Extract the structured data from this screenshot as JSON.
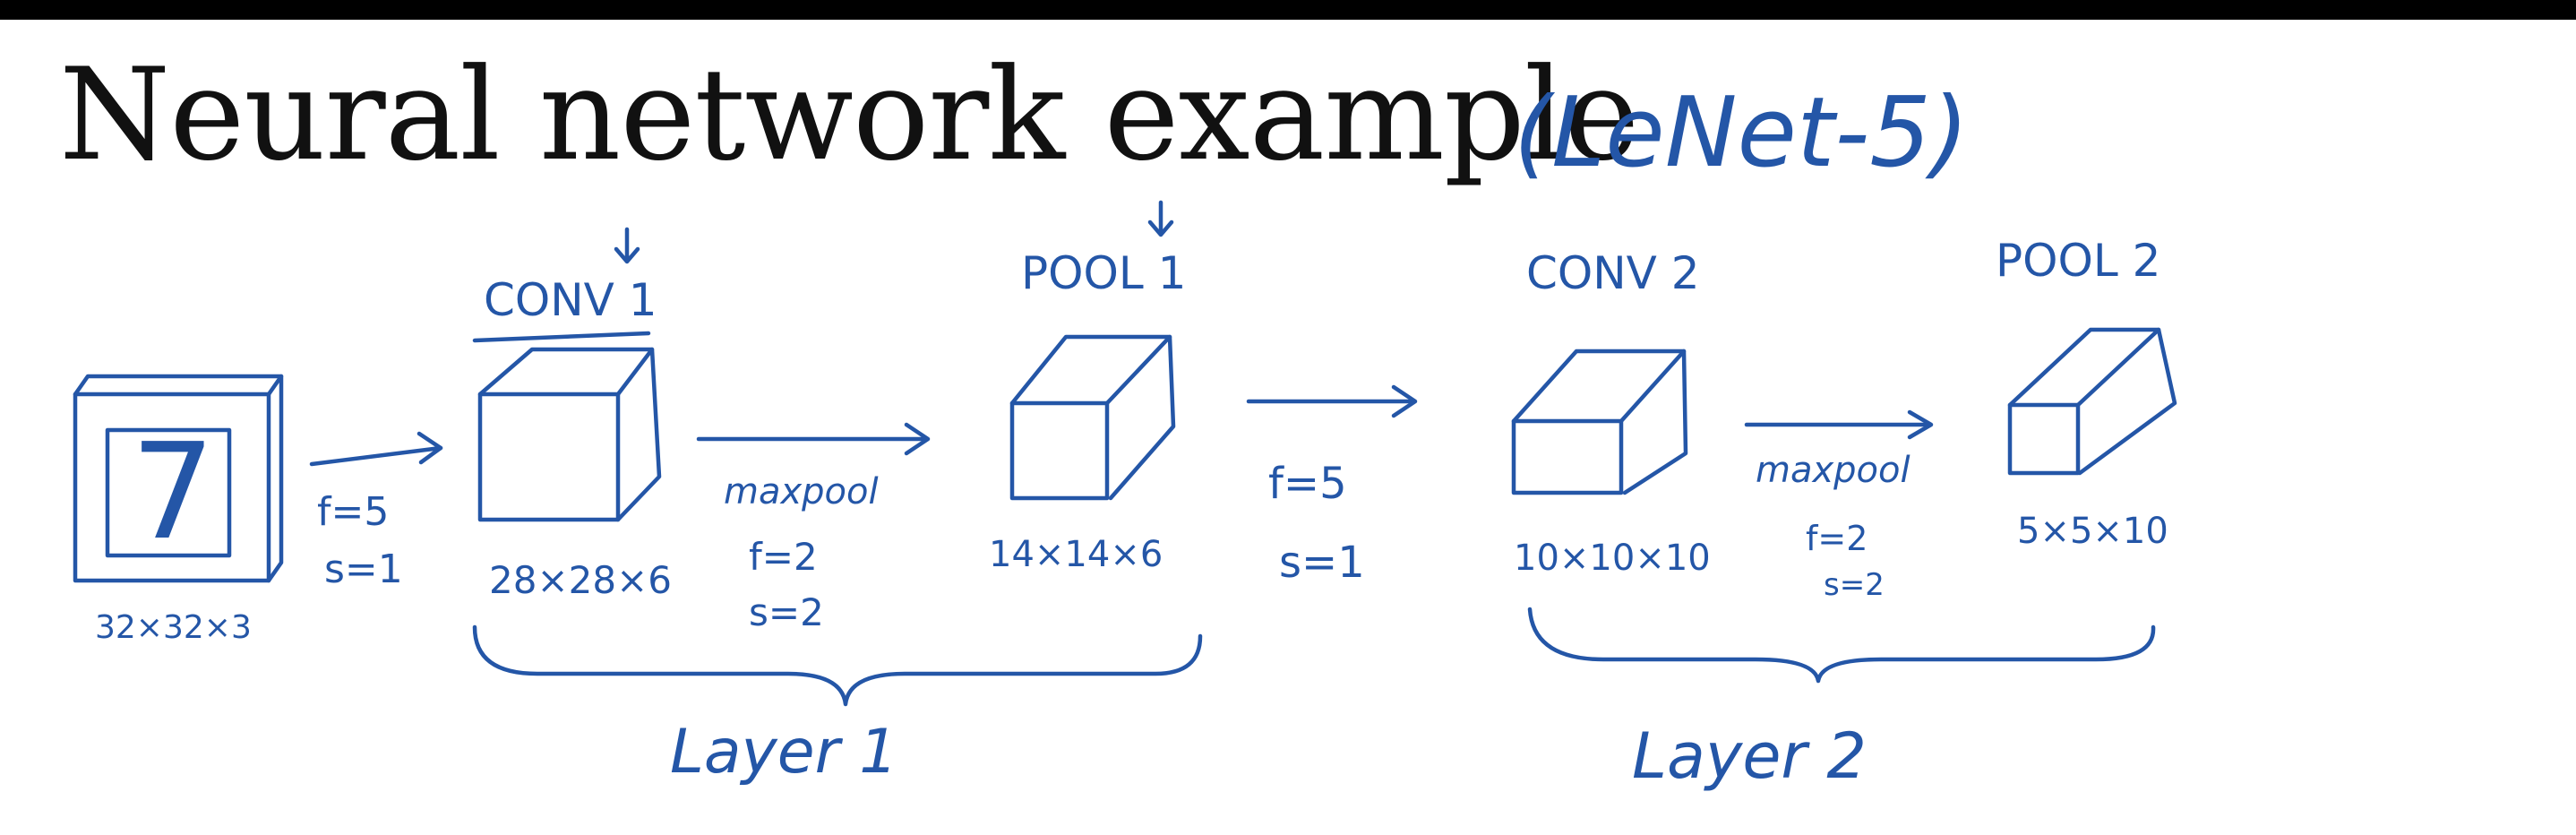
{
  "title": "Neural network example",
  "subtitle": "(LeNet-5)",
  "diagram": {
    "input": {
      "digit": "7",
      "dims": "32×32×3"
    },
    "conv1": {
      "label": "CONV 1",
      "params": [
        "f=5",
        "s=1"
      ],
      "dims": "28×28×6"
    },
    "pool1": {
      "label": "POOL 1",
      "params": [
        "maxpool",
        "f=2",
        "s=2"
      ],
      "dims": "14×14×6"
    },
    "conv2": {
      "label": "CONV 2",
      "params": [
        "f=5",
        "s=1"
      ],
      "dims": "10×10×10"
    },
    "pool2": {
      "label": "POOL 2",
      "params": [
        "maxpool",
        "f=2",
        "s=2"
      ],
      "dims": "5×5×10"
    },
    "layer1": "Layer 1",
    "layer2": "Layer 2"
  },
  "colors": {
    "ink": "#2456a7",
    "title": "#111111",
    "top_bar": "#000000"
  }
}
